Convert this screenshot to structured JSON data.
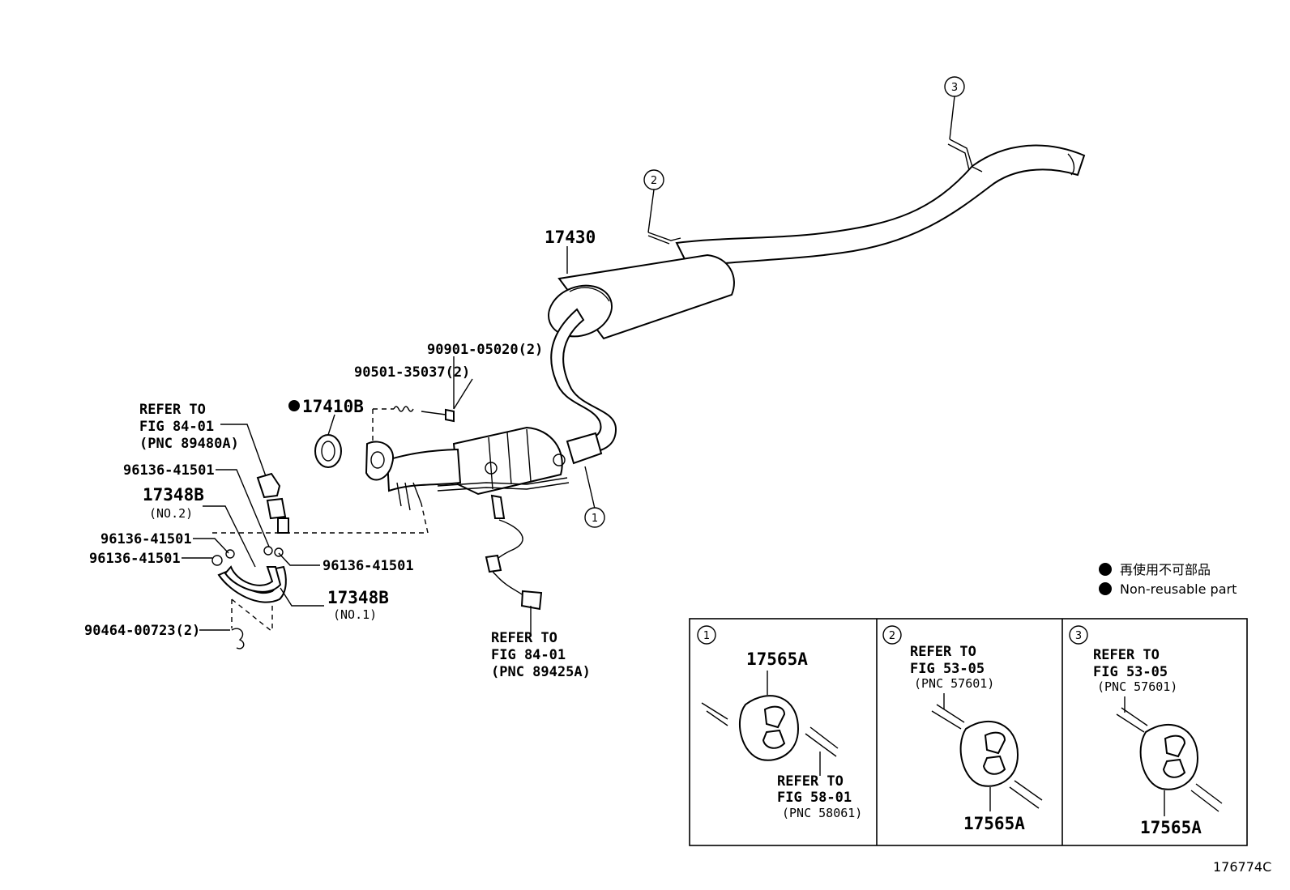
{
  "labels": {
    "muffler": "17430",
    "gasket": "17410B",
    "spring": "90501-35037(2)",
    "bolt": "90901-05020(2)",
    "refer_sensor_a": [
      "REFER TO",
      "FIG 84-01",
      "(PNC 89480A)"
    ],
    "clip_a": "96136-41501",
    "hose_no2": "17348B",
    "hose_no2_sub": "(NO.2)",
    "clip_b": "96136-41501",
    "clip_c": "96136-41501",
    "clip_d": "96136-41501",
    "hose_no1": "17348B",
    "hose_no1_sub": "(NO.1)",
    "clamp": "90464-00723(2)",
    "refer_sensor_b": [
      "REFER TO",
      "FIG 84-01",
      "(PNC 89425A)"
    ]
  },
  "callouts": {
    "c1": "1",
    "c2": "2",
    "c3": "3"
  },
  "legend": {
    "jp": "再使用不可部品",
    "en": "Non-reusable part"
  },
  "detail_panels": [
    {
      "id": "1",
      "part": "17565A",
      "refer": [
        "REFER TO",
        "FIG 58-01",
        "(PNC 58061)"
      ]
    },
    {
      "id": "2",
      "part": "17565A",
      "refer": [
        "REFER TO",
        "FIG 53-05",
        "(PNC 57601)"
      ]
    },
    {
      "id": "3",
      "part": "17565A",
      "refer": [
        "REFER TO",
        "FIG 53-05",
        "(PNC 57601)"
      ]
    }
  ],
  "figure_id": "176774C"
}
